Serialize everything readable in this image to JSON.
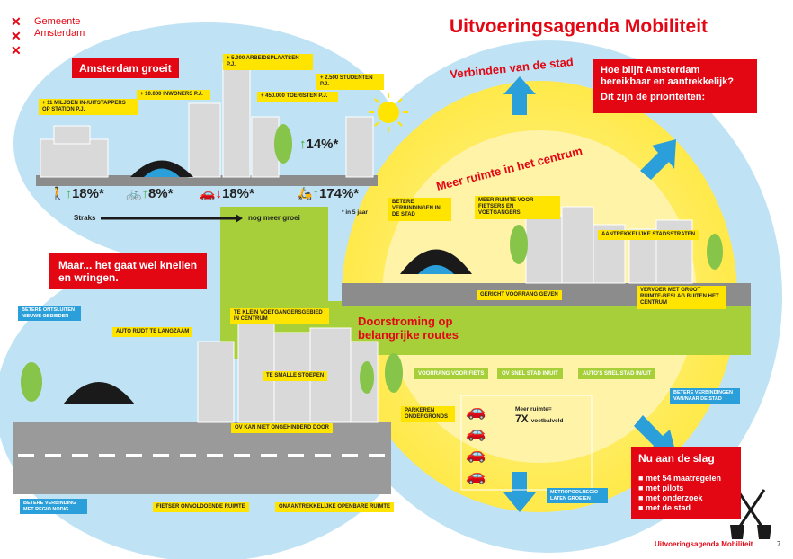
{
  "brand": {
    "name_line1": "Gemeente",
    "name_line2": "Amsterdam",
    "accent": "#e30613"
  },
  "title": "Uitvoeringsagenda Mobiliteit",
  "groei": {
    "heading": "Amsterdam groeit",
    "labels": [
      "+ 11 miljoen in-/uitstappers op station p.j.",
      "+ 10.000 inwoners p.j.",
      "+ 5.000 arbeidsplaatsen p.j.",
      "+ 450.000 toeristen p.j.",
      "+ 2.500 studenten p.j."
    ],
    "stats": [
      {
        "icon": "pedestrian-icon",
        "dir": "up",
        "value": "18%*"
      },
      {
        "icon": "bicycle-icon",
        "dir": "up",
        "value": "8%*"
      },
      {
        "icon": "car-icon",
        "dir": "down",
        "value": "18%*"
      },
      {
        "icon": "scooter-icon",
        "dir": "up",
        "value": "174%*"
      }
    ],
    "boat_stat": "14%*",
    "footnote": "* in 5 jaar",
    "straks": "Straks",
    "more_growth": "nog meer groei"
  },
  "maar": {
    "heading": "Maar... het gaat wel knellen en wringen.",
    "labels": [
      "Auto rijdt te langzaam",
      "Te klein voetgangersgebied in centrum",
      "Te smalle stoepen",
      "OV kan niet ongehinderd door",
      "Fietser onvoldoende ruimte",
      "Onaantrekkelijke openbare ruimte"
    ],
    "blue_labels": [
      "Betere ontsluiten nieuwe gebieden",
      "Betere verbinding met regio nodig"
    ]
  },
  "priorities": {
    "question": "Hoe blijft Amsterdam bereikbaar en aantrekkelijk?",
    "sub": "Dit zijn de prioriteiten:",
    "verbinden": "Verbinden van de stad",
    "meer_ruimte": "Meer ruimte in het centrum",
    "doorstroming": "Doorstroming op belangrijke routes",
    "yellow_labels": [
      "Betere verbindingen in de stad",
      "Meer ruimte voor fietsers en voetgangers",
      "Aantrekkelijke stadsstraten",
      "Gericht voorrang geven",
      "Vervoer met groot ruimte-beslag buiten het centrum",
      "Parkeren ondergronds"
    ],
    "green_labels": [
      "Voorrang voor fiets",
      "OV snel stad in/uit",
      "Auto's snel stad in/uit"
    ],
    "parking_text": "Meer ruimte=",
    "parking_big": "7X",
    "parking_sub": "voetbalveld",
    "metro_label": "Metropoolregio laten groeien",
    "blue_right": "Betere verbindingen van/naar de stad"
  },
  "actie": {
    "heading": "Nu aan de slag",
    "items": [
      "met 54 maatregelen",
      "met pilots",
      "met onderzoek",
      "met de stad"
    ]
  },
  "footer": {
    "title": "Uitvoeringsagenda Mobiliteit",
    "page": "7"
  }
}
